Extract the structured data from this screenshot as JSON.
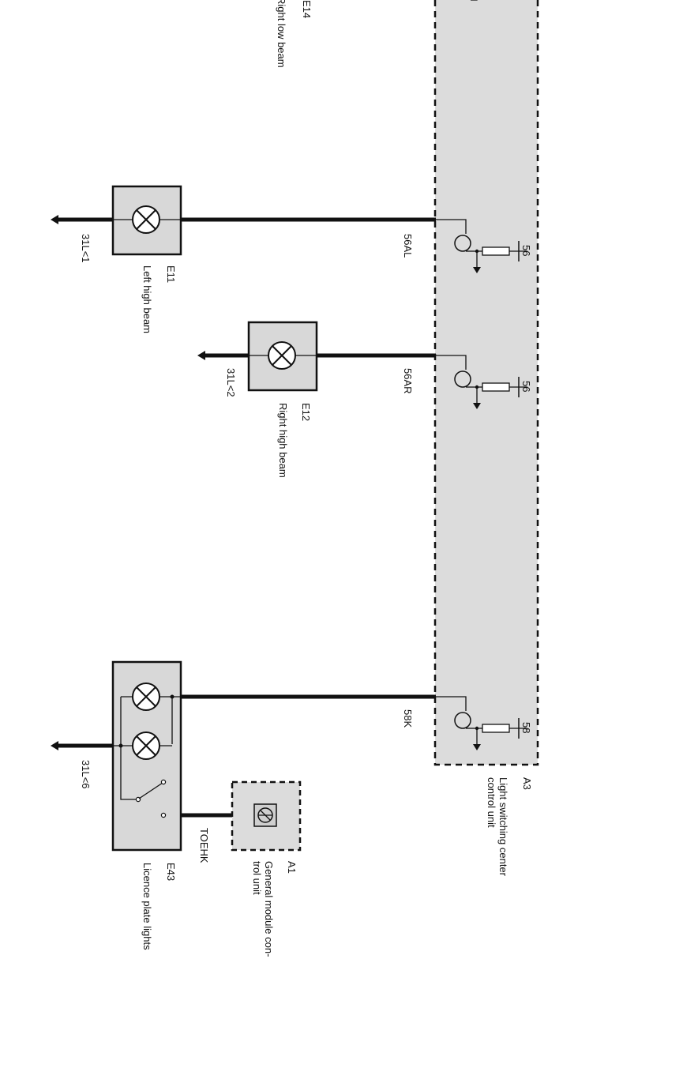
{
  "components": {
    "e14": {
      "code": "E14",
      "name": "Right low beam"
    },
    "e11": {
      "code": "E11",
      "name": "Left high beam",
      "ground": "31L<1",
      "wire": "56AL",
      "terminal": "56"
    },
    "e12": {
      "code": "E12",
      "name": "Right high beam",
      "ground": "31L<2",
      "wire": "56AR",
      "terminal": "56"
    },
    "e43": {
      "code": "E43",
      "name": "Licence plate lights",
      "ground": "31L<6",
      "wire": "58K",
      "terminal": "58",
      "signal": "TOEHK"
    },
    "a3": {
      "code": "A3",
      "name_line1": "Light switching center",
      "name_line2": "control unit"
    },
    "a1": {
      "code": "A1",
      "name_line1": "General module con-",
      "name_line2": "trol unit"
    }
  },
  "colors": {
    "wire": "#111111",
    "box_fill": "#d8d8d8",
    "module_fill": "#dcdcdc"
  }
}
